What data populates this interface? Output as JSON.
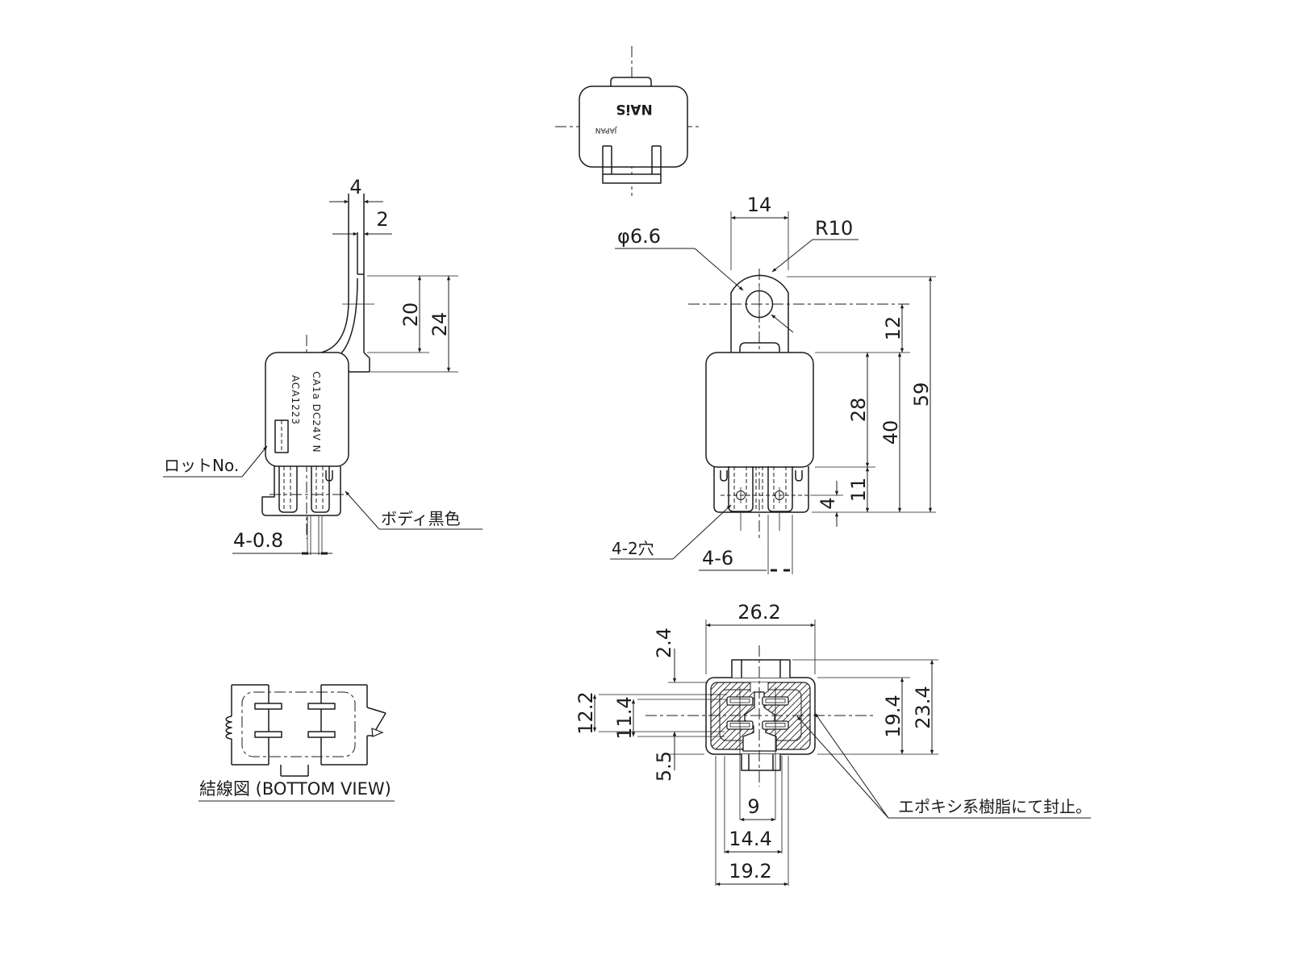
{
  "drawing": {
    "top_view": {
      "brand": "NAiS",
      "origin": "JAPAN"
    },
    "side_view": {
      "dim_tab_width": "4",
      "dim_tab_offset": "2",
      "dim_20": "20",
      "dim_24": "24",
      "dim_terminal_thickness": "4-0.8",
      "label_lot": "ロットNo.",
      "label_body_color": "ボディ黒色",
      "marking_line1": "CA1a DC24V N",
      "marking_line2": "ACA1223"
    },
    "front_view": {
      "dim_hole": "φ6.6",
      "dim_tab_width": "14",
      "dim_radius": "R10",
      "dim_12": "12",
      "dim_28": "28",
      "dim_40": "40",
      "dim_59": "59",
      "dim_11": "11",
      "dim_4": "4",
      "label_holes": "4-2穴",
      "dim_blade_width": "4-6"
    },
    "bottom_view": {
      "dim_26_2": "26.2",
      "dim_2_4": "2.4",
      "dim_12_2": "12.2",
      "dim_11_4": "11.4",
      "dim_5_5": "5.5",
      "dim_9": "9",
      "dim_14_4": "14.4",
      "dim_19_2": "19.2",
      "dim_19_4": "19.4",
      "dim_23_4": "23.4",
      "label_epoxy": "エポキシ系樹脂にて封止。"
    },
    "schematic": {
      "title": "結線図 (BOTTOM VIEW)"
    }
  }
}
